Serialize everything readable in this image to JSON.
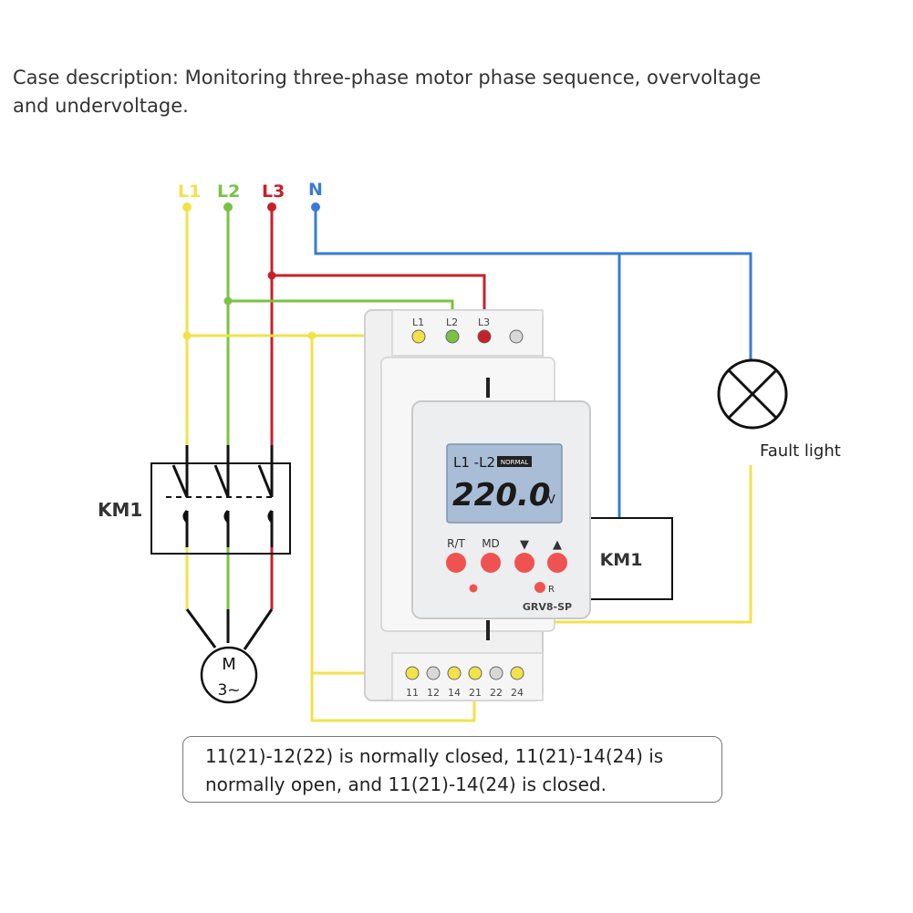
{
  "description": "Case description: Monitoring three-phase motor phase sequence, overvoltage and undervoltage.",
  "lines": {
    "l1": {
      "label": "L1",
      "color": "#f2e24a"
    },
    "l2": {
      "label": "L2",
      "color": "#7cc242"
    },
    "l3": {
      "label": "L3",
      "color": "#c8202a"
    },
    "n": {
      "label": "N",
      "color": "#3a7bd5"
    }
  },
  "contactor_left": {
    "label": "KM1"
  },
  "contactor_right": {
    "label": "KM1"
  },
  "motor": {
    "label": "M",
    "sublabel": "3~"
  },
  "fault_light": {
    "label": "Fault light"
  },
  "relay": {
    "top_terminals": [
      "L1",
      "L2",
      "L3"
    ],
    "bottom_terminals": [
      "11",
      "12",
      "14",
      "21",
      "22",
      "24"
    ],
    "display_mode": "L1 -L2",
    "display_badge": "NORMAL",
    "display_value": "220.0",
    "display_unit": "V",
    "buttons": [
      "R/T",
      "MD",
      "▼",
      "▲"
    ],
    "reset_label": "R",
    "model": "GRV8-SP",
    "button_color": "#f05252"
  },
  "note": "11(21)-12(22) is normally closed, 11(21)-14(24) is normally open, and 11(21)-14(24) is closed."
}
